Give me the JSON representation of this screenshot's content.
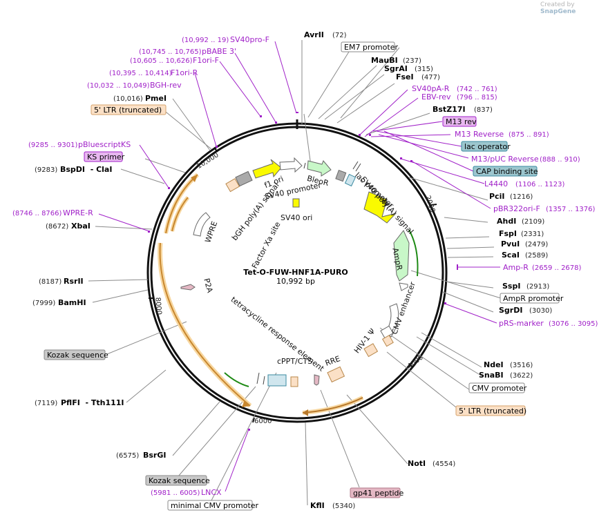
{
  "credit": {
    "prefix": "Created by",
    "brand": "SnapGene"
  },
  "plasmid": {
    "name": "Tet-O-FUW-HNF1A-PURO",
    "size": "10,992 bp"
  },
  "ticks": [
    "2000",
    "4000",
    "6000",
    "8000",
    "10,000"
  ],
  "enzymes": [
    {
      "name": "AvrII",
      "pos": "(72)"
    },
    {
      "name": "MauBI",
      "pos": "(237)"
    },
    {
      "name": "SgrAI",
      "pos": "(315)"
    },
    {
      "name": "FseI",
      "pos": "(477)"
    },
    {
      "name": "BstZ17I",
      "pos": "(837)"
    },
    {
      "name": "PciI",
      "pos": "(1216)"
    },
    {
      "name": "AhdI",
      "pos": "(2109)"
    },
    {
      "name": "FspI",
      "pos": "(2331)"
    },
    {
      "name": "PvuI",
      "pos": "(2479)"
    },
    {
      "name": "ScaI",
      "pos": "(2589)"
    },
    {
      "name": "SspI",
      "pos": "(2913)"
    },
    {
      "name": "SgrDI",
      "pos": "(3030)"
    },
    {
      "name": "NdeI",
      "pos": "(3516)"
    },
    {
      "name": "SnaBI",
      "pos": "(3622)"
    },
    {
      "name": "NotI",
      "pos": "(4554)"
    },
    {
      "name": "KflI",
      "pos": "(5340)"
    },
    {
      "name": "BsrGI",
      "pos": "(6575)"
    },
    {
      "name": "PflFI  - Tth111I",
      "pos": "(7119)"
    },
    {
      "name": "BamHI",
      "pos": "(7999)"
    },
    {
      "name": "RsrII",
      "pos": "(8187)"
    },
    {
      "name": "XbaI",
      "pos": "(8672)"
    },
    {
      "name": "BspDI  - ClaI",
      "pos": "(9283)"
    },
    {
      "name": "PmeI",
      "pos": "(10,016)"
    }
  ],
  "primers": [
    {
      "name": "SV40pro-F",
      "pos": "(10,992 .. 19)"
    },
    {
      "name": "pBABE 3'",
      "pos": "(10,745 .. 10,765)"
    },
    {
      "name": "F1ori-F",
      "pos": "(10,605 .. 10,626)"
    },
    {
      "name": "F1ori-R",
      "pos": "(10,395 .. 10,414)"
    },
    {
      "name": "BGH-rev",
      "pos": "(10,032 .. 10,049)"
    },
    {
      "name": "pBluescriptKS",
      "pos": "(9285 .. 9301)"
    },
    {
      "name": "WPRE-R",
      "pos": "(8746 .. 8766)"
    },
    {
      "name": "SV40pA-R",
      "pos": "(742 .. 761)"
    },
    {
      "name": "EBV-rev",
      "pos": "(796 .. 815)"
    },
    {
      "name": "M13 Reverse",
      "pos": "(875 .. 891)"
    },
    {
      "name": "M13/pUC Reverse",
      "pos": "(888 .. 910)"
    },
    {
      "name": "L4440",
      "pos": "(1106 .. 1123)"
    },
    {
      "name": "pBR322ori-F",
      "pos": "(1357 .. 1376)"
    },
    {
      "name": "Amp-R",
      "pos": "(2659 .. 2678)"
    },
    {
      "name": "pRS-marker",
      "pos": "(3076 .. 3095)"
    },
    {
      "name": "LNCX",
      "pos": "(5981 .. 6005)"
    }
  ],
  "boxed_features": [
    {
      "name": "EM7 promoter"
    },
    {
      "name": "5' LTR (truncated)"
    },
    {
      "name": "KS primer"
    },
    {
      "name": "M13 rev"
    },
    {
      "name": "lac operator"
    },
    {
      "name": "CAP binding site"
    },
    {
      "name": "AmpR promoter"
    },
    {
      "name": "CMV promoter"
    },
    {
      "name": "5' LTR (truncated)"
    },
    {
      "name": "Kozak sequence"
    },
    {
      "name": "Kozak sequence"
    },
    {
      "name": "minimal CMV promoter"
    },
    {
      "name": "gp41 peptide"
    }
  ],
  "inner_labels": [
    {
      "name": "f1 ori"
    },
    {
      "name": "BleoR"
    },
    {
      "name": "SV40 promoter"
    },
    {
      "name": "bGH poly(A) signal"
    },
    {
      "name": "lac promoter"
    },
    {
      "name": "SV40 poly(A) signal"
    },
    {
      "name": "ori"
    },
    {
      "name": "SV40 ori"
    },
    {
      "name": "WPRE"
    },
    {
      "name": "Factor Xa site"
    },
    {
      "name": "AmpR"
    },
    {
      "name": "P2A"
    },
    {
      "name": "CMV enhancer"
    },
    {
      "name": "HIV-1 Ψ"
    },
    {
      "name": "RRE"
    },
    {
      "name": "cPPT/CTS"
    },
    {
      "name": "tetracycline response element"
    }
  ],
  "colors": {
    "backbone": "#111111",
    "enzyme_line": "#8a8a8a",
    "primer": "#a020c8",
    "ltr_fill": "#fbe0c6",
    "ltr_stroke": "#d6a26a",
    "primer_box_fill": "#e8b8f0",
    "lac_box_fill": "#9cc6ce",
    "gray_box_fill": "#c8c8c8",
    "gp41_fill": "#e4b8c4",
    "orf_orange": "#e7a536",
    "orf_halo": "#f7d7a0",
    "green_arrow": "#1e8a14",
    "yellow_feature": "#fafa00",
    "light_green": "#c8f7c8"
  }
}
